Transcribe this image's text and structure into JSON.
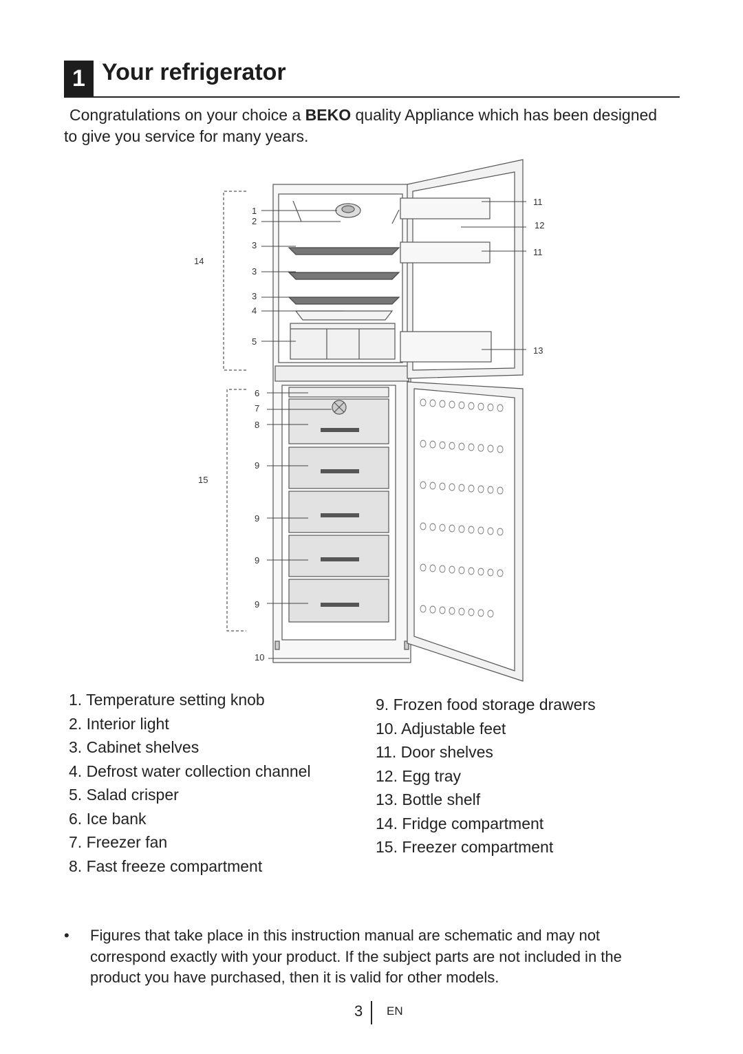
{
  "header": {
    "chapter": "1",
    "title": "Your refrigerator"
  },
  "intro": {
    "before": "Congratulations on your choice a ",
    "brand": "BEKO",
    "after": " quality Appliance which has been designed to give you service for many years."
  },
  "figure": {
    "callouts": [
      "1",
      "2",
      "3",
      "3",
      "3",
      "4",
      "5",
      "6",
      "7",
      "8",
      "9",
      "9",
      "9",
      "9",
      "10",
      "11",
      "12",
      "11",
      "13",
      "14",
      "15"
    ]
  },
  "parts_left": [
    "1. Temperature setting knob",
    "2. Interior light",
    "3. Cabinet shelves",
    "4. Defrost water collection channel",
    "5. Salad crisper",
    "6. Ice bank",
    "7. Freezer fan",
    "8. Fast freeze compartment"
  ],
  "parts_right": [
    "9. Frozen food storage drawers",
    "10. Adjustable feet",
    "11. Door shelves",
    "12. Egg tray",
    "13. Bottle shelf",
    "14.  Fridge compartment",
    "15. Freezer compartment"
  ],
  "note": {
    "bullet": "•",
    "text": "Figures that take place in this instruction manual are schematic and may not correspond exactly with your product. If the subject parts are not included in the product you have purchased, then it is valid for other models."
  },
  "footer": {
    "page": "3",
    "lang": "EN"
  }
}
